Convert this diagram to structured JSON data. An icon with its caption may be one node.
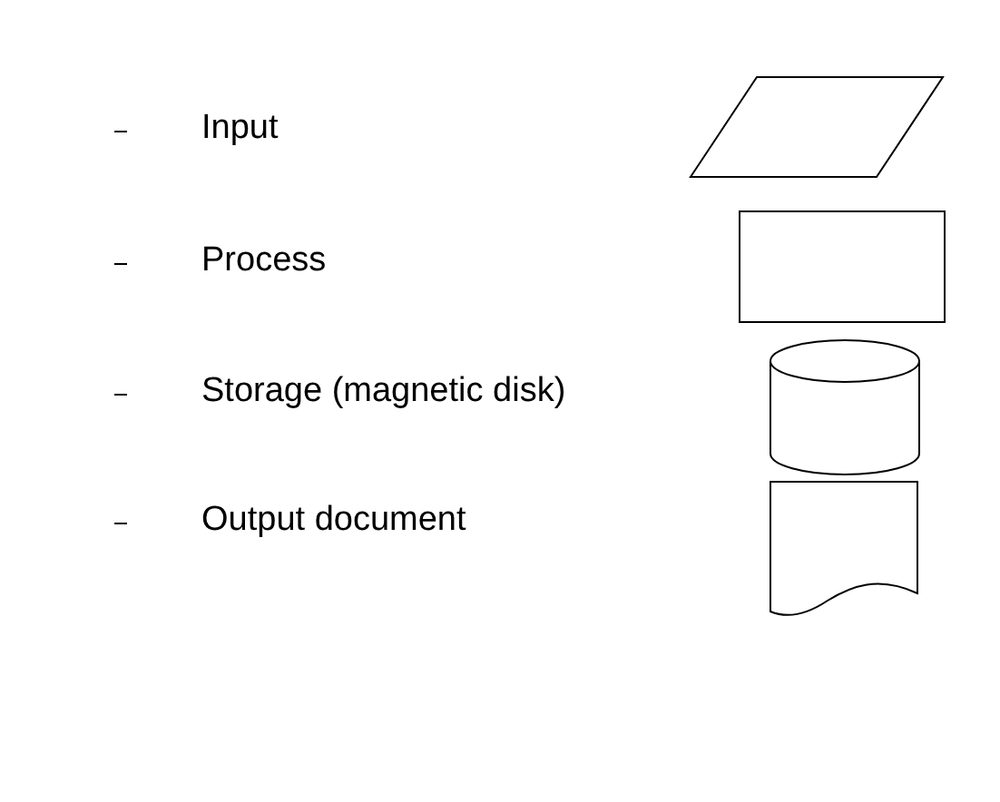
{
  "diagram": {
    "legend": [
      {
        "text": "Input"
      },
      {
        "text": "Process"
      },
      {
        "text": "Storage (magnetic disk)"
      },
      {
        "text": "Output document"
      }
    ]
  }
}
